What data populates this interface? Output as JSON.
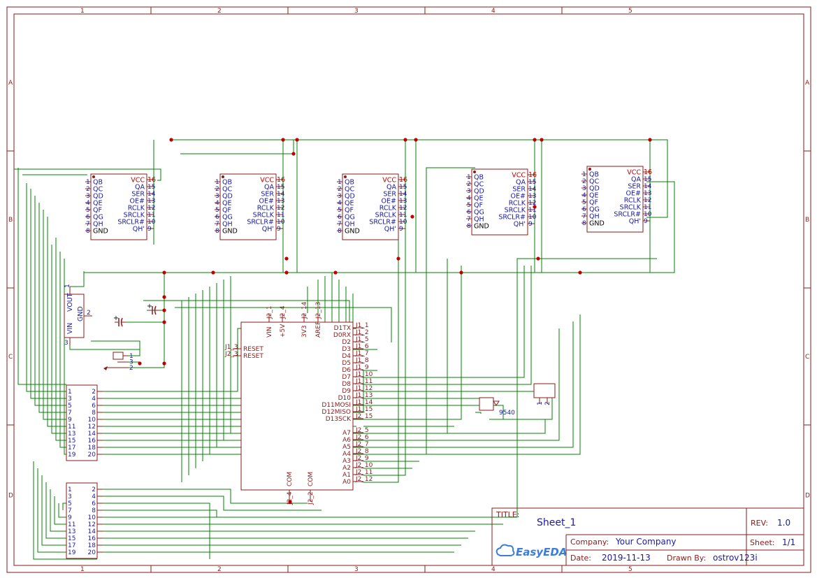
{
  "frame": {
    "columns": [
      "1",
      "2",
      "3",
      "4",
      "5"
    ],
    "rows": [
      "A",
      "B",
      "C",
      "D"
    ]
  },
  "shift_register": {
    "left_pins": [
      {
        "num": "1",
        "name": "QB"
      },
      {
        "num": "2",
        "name": "QC"
      },
      {
        "num": "3",
        "name": "QD"
      },
      {
        "num": "4",
        "name": "QE"
      },
      {
        "num": "5",
        "name": "QF"
      },
      {
        "num": "6",
        "name": "QG"
      },
      {
        "num": "7",
        "name": "QH"
      },
      {
        "num": "8",
        "name": "GND"
      }
    ],
    "right_pins": [
      {
        "num": "16",
        "name": "VCC"
      },
      {
        "num": "15",
        "name": "QA"
      },
      {
        "num": "14",
        "name": "SER"
      },
      {
        "num": "13",
        "name": "OE#"
      },
      {
        "num": "12",
        "name": "RCLK"
      },
      {
        "num": "11",
        "name": "SRCLK"
      },
      {
        "num": "10",
        "name": "SRCLR#"
      },
      {
        "num": "9",
        "name": "QH'"
      }
    ]
  },
  "regulator": {
    "pins": [
      "1",
      "2",
      "3"
    ],
    "labels": [
      "VOUT",
      "GND",
      "VIN"
    ]
  },
  "barrel_jack": {
    "pins": [
      "1",
      "3",
      "2"
    ]
  },
  "cap_polarity": "+",
  "arduino": {
    "top_pins": [
      {
        "net": "J2_1",
        "name": "VIN"
      },
      {
        "net": "J2_4",
        "name": "+5V"
      },
      {
        "net": "J2_14",
        "name": "3V3"
      },
      {
        "net": "J2_13",
        "name": "AREF"
      }
    ],
    "left_pins": [
      {
        "net": "J1_3",
        "name": "RESET"
      },
      {
        "net": "J2_3",
        "name": "RESET"
      }
    ],
    "right_pins": [
      {
        "net": "J1_1",
        "name": "D1TX"
      },
      {
        "net": "J1_2",
        "name": "D0RX"
      },
      {
        "net": "J1_5",
        "name": "D2"
      },
      {
        "net": "J1_6",
        "name": "D3"
      },
      {
        "net": "J1_7",
        "name": "D4"
      },
      {
        "net": "J1_8",
        "name": "D5"
      },
      {
        "net": "J1_9",
        "name": "D6"
      },
      {
        "net": "J1_10",
        "name": "D7"
      },
      {
        "net": "J1_11",
        "name": "D8"
      },
      {
        "net": "J1_12",
        "name": "D9"
      },
      {
        "net": "J1_13",
        "name": "D10"
      },
      {
        "net": "J1_14",
        "name": "D11MOSI"
      },
      {
        "net": "J1_15",
        "name": "D12MISO"
      },
      {
        "net": "J2_15",
        "name": "D13SCK"
      },
      {
        "net": "J2_5",
        "name": "A7"
      },
      {
        "net": "J2_6",
        "name": "A6"
      },
      {
        "net": "J2_7",
        "name": "A5"
      },
      {
        "net": "J2_8",
        "name": "A4"
      },
      {
        "net": "J2_9",
        "name": "A3"
      },
      {
        "net": "J2_10",
        "name": "A2"
      },
      {
        "net": "J2_11",
        "name": "A1"
      },
      {
        "net": "J2_12",
        "name": "A0"
      }
    ],
    "bottom_pins": [
      {
        "net": "J2_4",
        "name": "COM"
      },
      {
        "net": "J2_2",
        "name": "COM"
      }
    ]
  },
  "header_pins": [
    [
      "1",
      "2"
    ],
    [
      "3",
      "4"
    ],
    [
      "5",
      "6"
    ],
    [
      "7",
      "8"
    ],
    [
      "9",
      "10"
    ],
    [
      "11",
      "12"
    ],
    [
      "13",
      "14"
    ],
    [
      "15",
      "16"
    ],
    [
      "17",
      "18"
    ],
    [
      "19",
      "20"
    ]
  ],
  "transistor_label": "9540",
  "small_connector_pins": [
    "1",
    "2"
  ],
  "title_block": {
    "title_label": "TITLE:",
    "title": "Sheet_1",
    "rev_label": "REV:",
    "rev": "1.0",
    "company_label": "Company:",
    "company": "Your Company",
    "sheet_label": "Sheet:",
    "sheet": "1/1",
    "date_label": "Date:",
    "date": "2019-11-13",
    "drawn_label": "Drawn By:",
    "drawn_by": "ostrov123i",
    "logo": "EasyEDA"
  },
  "colors": {
    "frame": "#8b1a1a",
    "wire": "#008000",
    "junction": "#c00000",
    "pin_text": "#1a1aa0",
    "logo": "#3b7dd8"
  }
}
